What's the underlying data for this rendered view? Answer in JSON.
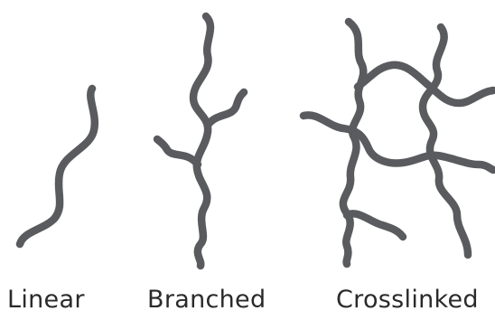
{
  "labels": {
    "linear": "Linear",
    "branched": "Branched",
    "crosslinked": "Crosslinked"
  },
  "colors": {
    "chain": "#595b5e",
    "label": "#2a2a2a",
    "background": "#ffffff"
  }
}
